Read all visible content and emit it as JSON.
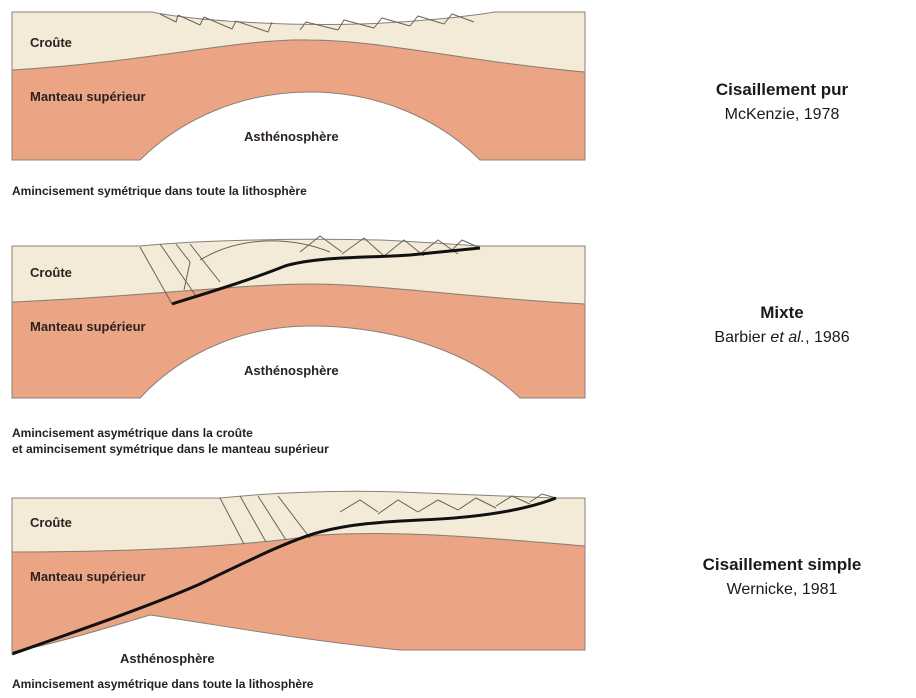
{
  "diagrams": [
    {
      "labels": {
        "crust": "Croûte",
        "mantle": "Manteau supérieur",
        "asthenosphere": "Asthénosphère"
      },
      "caption": [
        "Amincisement symétrique dans toute la lithosphère"
      ],
      "model": {
        "title": "Cisaillement pur",
        "ref_author": "McKenzie, 1978",
        "ref_ital": "",
        "ref_tail": ""
      }
    },
    {
      "labels": {
        "crust": "Croûte",
        "mantle": "Manteau supérieur",
        "asthenosphere": "Asthénosphère"
      },
      "caption": [
        "Amincisement asymétrique dans la croûte",
        "et amincisement symétrique dans le manteau supérieur"
      ],
      "model": {
        "title": "Mixte",
        "ref_author": "Barbier ",
        "ref_ital": "et al.",
        "ref_tail": ", 1986"
      }
    },
    {
      "labels": {
        "crust": "Croûte",
        "mantle": "Manteau supérieur",
        "asthenosphere": "Asthénosphère"
      },
      "caption": [
        "Amincisement asymétrique dans toute la lithosphère"
      ],
      "model": {
        "title": "Cisaillement simple",
        "ref_author": "Wernicke, 1981",
        "ref_ital": "",
        "ref_tail": ""
      }
    }
  ],
  "colors": {
    "crust": "#f3ead8",
    "mantle": "#eba484",
    "asthenosphere": "#ffffff",
    "outline": "#8a8078",
    "detachment": "#111111"
  }
}
